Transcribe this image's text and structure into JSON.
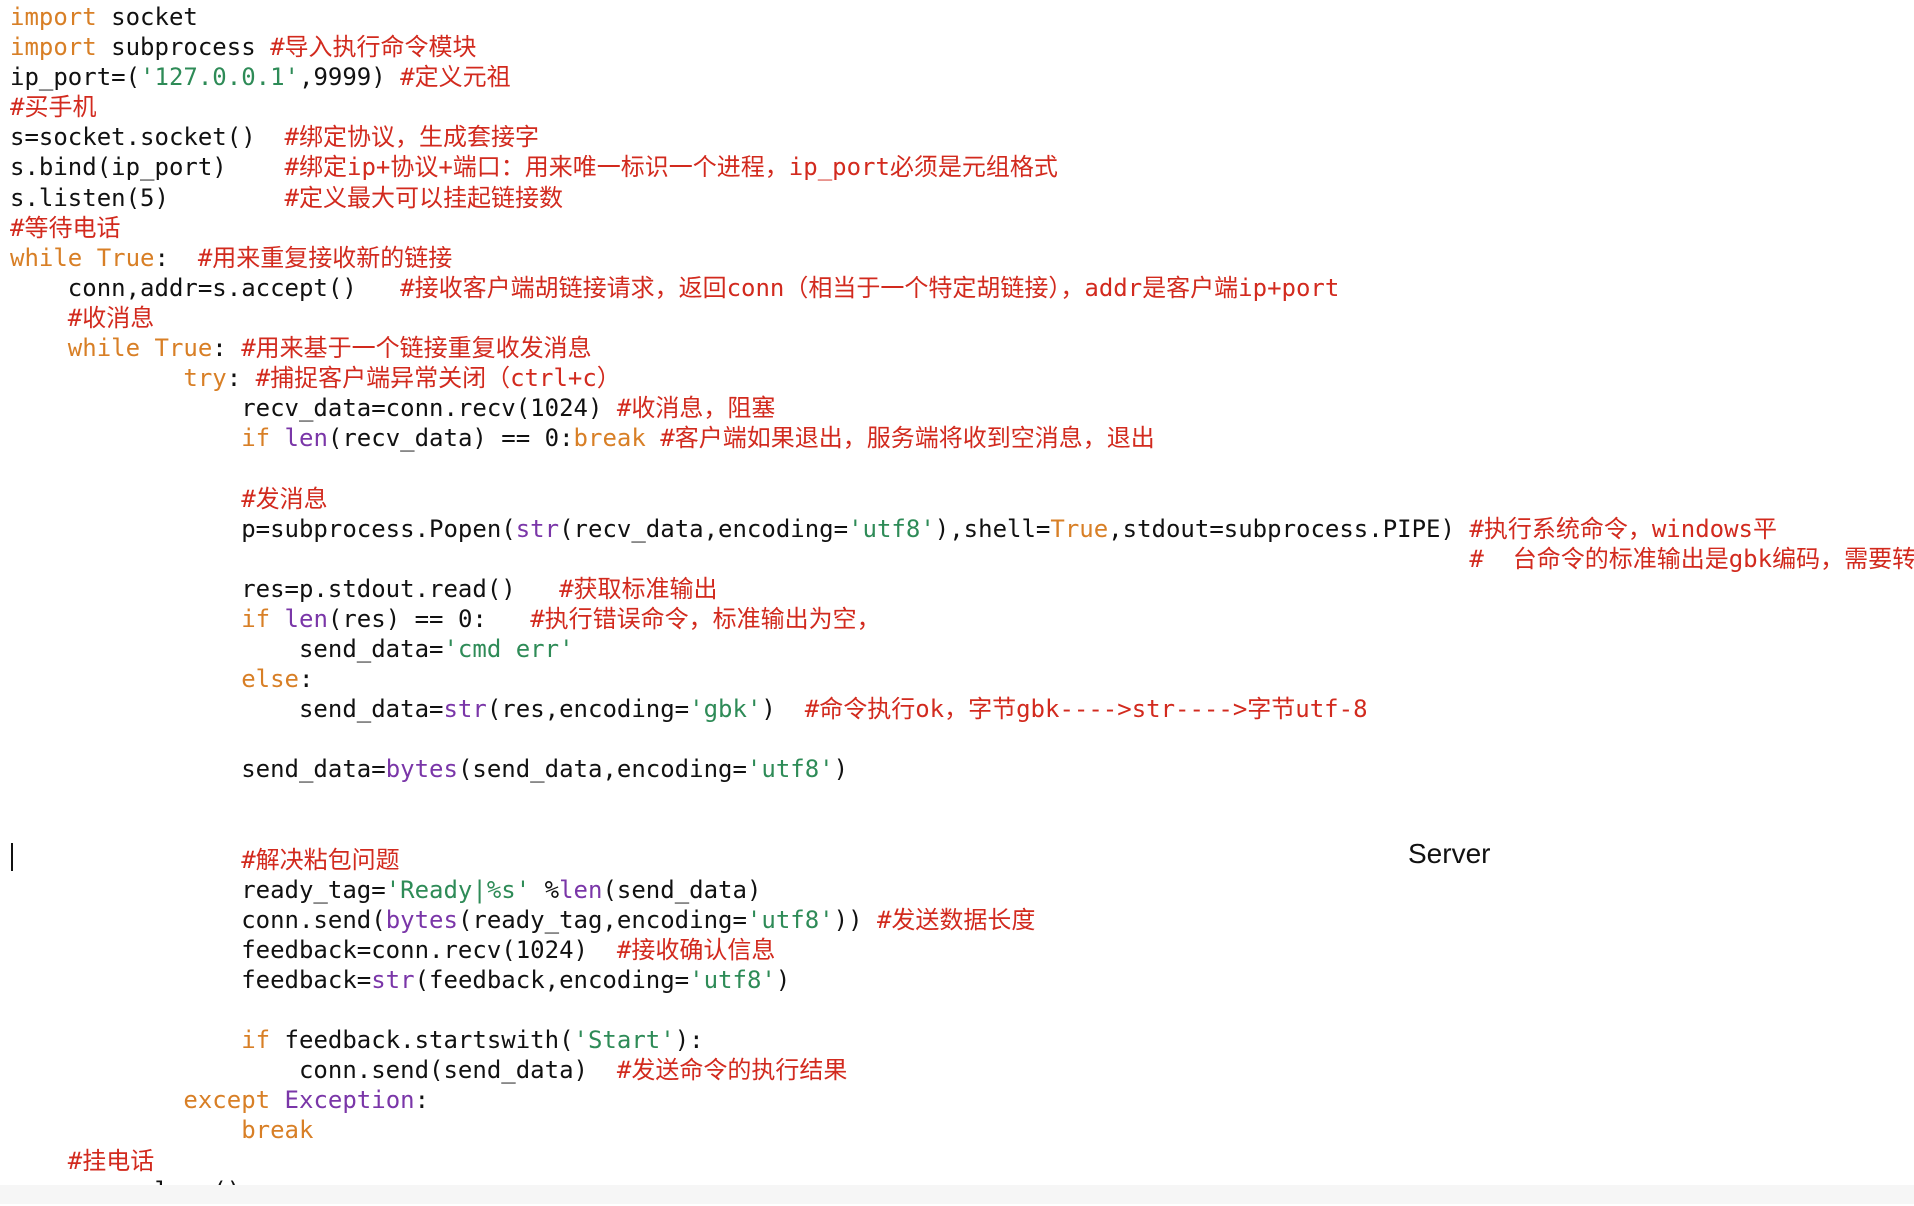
{
  "document": {
    "label": "Server"
  },
  "code": {
    "l01": {
      "kw": "import",
      "rest": " socket"
    },
    "l02": {
      "kw": "import",
      "rest": " subprocess ",
      "comment": "#导入执行命令模块"
    },
    "l03": {
      "pre": "ip_port=(",
      "str": "'127.0.0.1'",
      "rest": ",9999) ",
      "comment": "#定义元祖"
    },
    "l04": {
      "comment": "#买手机"
    },
    "l05": {
      "pre": "s=socket.socket()  ",
      "comment": "#绑定协议，生成套接字"
    },
    "l06": {
      "pre": "s.bind(ip_port)    ",
      "comment": "#绑定ip+协议+端口：用来唯一标识一个进程，ip_port必须是元组格式"
    },
    "l07": {
      "pre": "s.listen(5)        ",
      "comment": "#定义最大可以挂起链接数"
    },
    "l08": {
      "comment": "#等待电话"
    },
    "l09": {
      "kw1": "while",
      "sp": " ",
      "kw2": "True",
      "rest": ":  ",
      "comment": "#用来重复接收新的链接"
    },
    "l10": {
      "indent": "    ",
      "pre": "conn,addr=s.accept()   ",
      "comment": "#接收客户端胡链接请求，返回conn（相当于一个特定胡链接），addr是客户端ip+port"
    },
    "l11": {
      "indent": "    ",
      "comment": "#收消息"
    },
    "l12": {
      "indent": "    ",
      "kw1": "while",
      "sp": " ",
      "kw2": "True",
      "rest": ": ",
      "comment": "#用来基于一个链接重复收发消息"
    },
    "l13": {
      "indent": "            ",
      "kw": "try",
      "rest": ": ",
      "comment": "#捕捉客户端异常关闭（ctrl+c）"
    },
    "l14": {
      "indent": "                ",
      "pre": "recv_data=conn.recv(1024) ",
      "comment": "#收消息，阻塞"
    },
    "l15": {
      "indent": "                ",
      "kw": "if",
      "sp": " ",
      "bi": "len",
      "mid": "(recv_data) == 0:",
      "kw2": "break",
      "sp2": " ",
      "comment": "#客户端如果退出，服务端将收到空消息，退出"
    },
    "l16": {
      "blank": ""
    },
    "l17": {
      "indent": "                ",
      "comment": "#发消息"
    },
    "l18": {
      "indent": "                ",
      "pre": "p=subprocess.Popen(",
      "bi": "str",
      "mid": "(recv_data,encoding=",
      "str": "'utf8'",
      "mid2": "),shell=",
      "kw": "True",
      "rest": ",stdout=subprocess.PIPE) ",
      "comment": "#执行系统命令，windows平"
    },
    "l19": {
      "indent": "                                                                                                     ",
      "comment": "#  台命令的标准输出是gbk编码，需要转换"
    },
    "l20": {
      "indent": "                ",
      "pre": "res=p.stdout.read()   ",
      "comment": "#获取标准输出"
    },
    "l21": {
      "indent": "                ",
      "kw": "if",
      "sp": " ",
      "bi": "len",
      "mid": "(res) == 0:   ",
      "comment": "#执行错误命令，标准输出为空，"
    },
    "l22": {
      "indent": "                    ",
      "pre": "send_data=",
      "str": "'cmd err'"
    },
    "l23": {
      "indent": "                ",
      "kw": "else",
      "rest": ":"
    },
    "l24": {
      "indent": "                    ",
      "pre": "send_data=",
      "bi": "str",
      "mid": "(res,encoding=",
      "str": "'gbk'",
      "rest": ")  ",
      "comment": "#命令执行ok，字节gbk---->str---->字节utf-8"
    },
    "l25": {
      "blank": ""
    },
    "l26": {
      "indent": "                ",
      "pre": "send_data=",
      "bi": "bytes",
      "mid": "(send_data,encoding=",
      "str": "'utf8'",
      "rest": ")"
    },
    "l27": {
      "blank": ""
    },
    "l28": {
      "blank": ""
    },
    "l29": {
      "indent": "                ",
      "comment": "#解决粘包问题"
    },
    "l30": {
      "indent": "                ",
      "pre": "ready_tag=",
      "str": "'Ready|%s'",
      "mid": " %",
      "bi": "len",
      "rest": "(send_data)"
    },
    "l31": {
      "indent": "                ",
      "pre": "conn.send(",
      "bi": "bytes",
      "mid": "(ready_tag,encoding=",
      "str": "'utf8'",
      "rest": ")) ",
      "comment": "#发送数据长度"
    },
    "l32": {
      "indent": "                ",
      "pre": "feedback=conn.recv(1024)  ",
      "comment": "#接收确认信息"
    },
    "l33": {
      "indent": "                ",
      "pre": "feedback=",
      "bi": "str",
      "mid": "(feedback,encoding=",
      "str": "'utf8'",
      "rest": ")"
    },
    "l34": {
      "blank": ""
    },
    "l35": {
      "indent": "                ",
      "kw": "if",
      "mid": " feedback.startswith(",
      "str": "'Start'",
      "rest": "):"
    },
    "l36": {
      "indent": "                    ",
      "pre": "conn.send(send_data)  ",
      "comment": "#发送命令的执行结果"
    },
    "l37": {
      "indent": "            ",
      "kw": "except",
      "sp": " ",
      "bi": "Exception",
      "rest": ":"
    },
    "l38": {
      "indent": "                ",
      "kw": "break"
    },
    "l39": {
      "indent": "    ",
      "comment": "#挂电话"
    },
    "l40": {
      "indent": "    ",
      "pre": "conn.close()"
    }
  },
  "colors": {
    "keyword": "#d87f26",
    "builtin": "#7a36a8",
    "string": "#2e8b57",
    "comment": "#d22a1e",
    "text": "#111111"
  }
}
